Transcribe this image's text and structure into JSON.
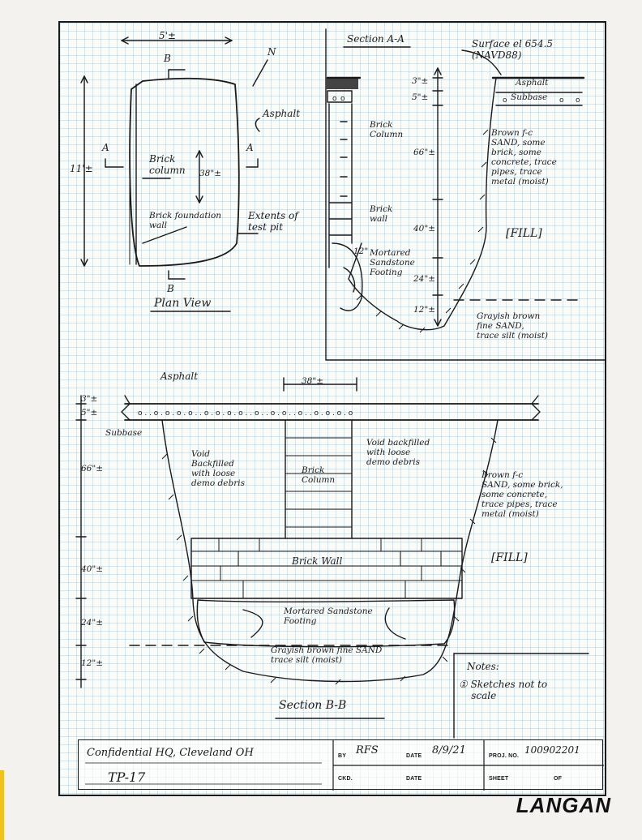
{
  "plan_view": {
    "width_dim": "5'±",
    "north": "N",
    "section_b_top": "B",
    "section_b_bottom": "B",
    "section_a_left": "A",
    "section_a_right": "A",
    "length_dim": "11'±",
    "asphalt": "Asphalt",
    "brick_column": "Brick\ncolumn",
    "column_dim": "38\"±",
    "foundation_wall": "Brick foundation\nwall",
    "extents": "Extents of\ntest pit",
    "title": "Plan View"
  },
  "section_aa": {
    "title": "Section A-A",
    "surface": "Surface el 654.5\n(NAVD88)",
    "asphalt": "Asphalt",
    "subbase": "Subbase",
    "brick_column": "Brick\nColumn",
    "brick_wall": "Brick\nwall",
    "footing_dim": "12\"",
    "footing": "Mortared\nSandstone\nFooting",
    "dims": [
      "3\"±",
      "5\"±",
      "66\"±",
      "40\"±",
      "24\"±",
      "12\"±"
    ],
    "fill_desc": "Brown f-c\nSAND, some\nbrick, some\nconcrete, trace\npipes, trace\nmetal (moist)",
    "fill_tag": "[FILL]",
    "native_desc": "Grayish brown\nfine SAND,\ntrace silt (moist)"
  },
  "section_bb": {
    "title": "Section B-B",
    "asphalt": "Asphalt",
    "column_dim": "38\"±",
    "subbase": "Subbase",
    "dims": [
      "3\"±",
      "5\"±",
      "66\"±",
      "40\"±",
      "24\"±",
      "12\"±"
    ],
    "void_left": "Void\nBackfilled\nwith loose\ndemo debris",
    "brick_column": "Brick\nColumn",
    "void_right": "Void backfilled\nwith loose\ndemo debris",
    "fill_desc": "Brown f-c\nSAND, some brick,\nsome concrete,\ntrace pipes, trace\nmetal (moist)",
    "fill_tag": "[FILL]",
    "brick_wall": "Brick Wall",
    "footing": "Mortared Sandstone\nFooting",
    "native": "Grayish brown fine SAND\ntrace silt (moist)"
  },
  "notes": {
    "title": "Notes:",
    "item": "① Sketches not to\n    scale"
  },
  "title_block": {
    "project": "Confidential HQ, Cleveland OH",
    "pit": "TP-17",
    "by_label": "BY",
    "by": "RFS",
    "date_label": "DATE",
    "date": "8/9/21",
    "ckd_label": "CKD.",
    "date2_label": "DATE",
    "proj_no_label": "PROJ. NO.",
    "proj_no": "100902201",
    "sheet_label": "SHEET",
    "of_label": "OF"
  },
  "logo": "LANGAN"
}
